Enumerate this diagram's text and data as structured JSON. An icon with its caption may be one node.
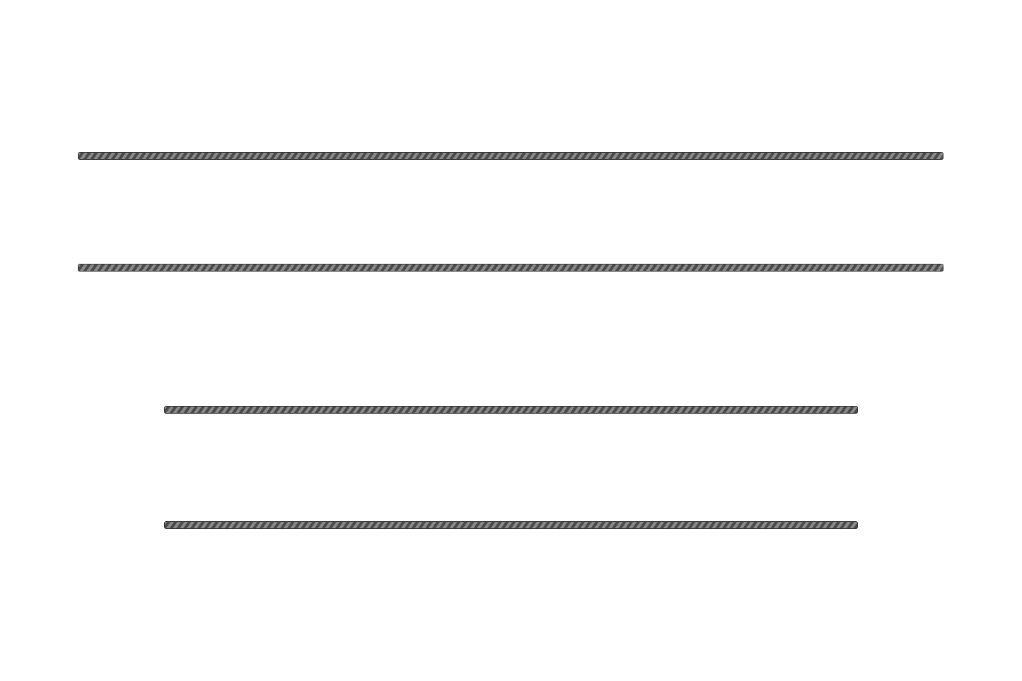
{
  "diagram": {
    "nodes": [
      {
        "text": [],
        "shape": "bar"
      },
      {
        "text": [],
        "shape": "bar"
      },
      {
        "text": [],
        "shape": "bar"
      },
      {
        "text": [],
        "shape": "bar"
      }
    ]
  }
}
